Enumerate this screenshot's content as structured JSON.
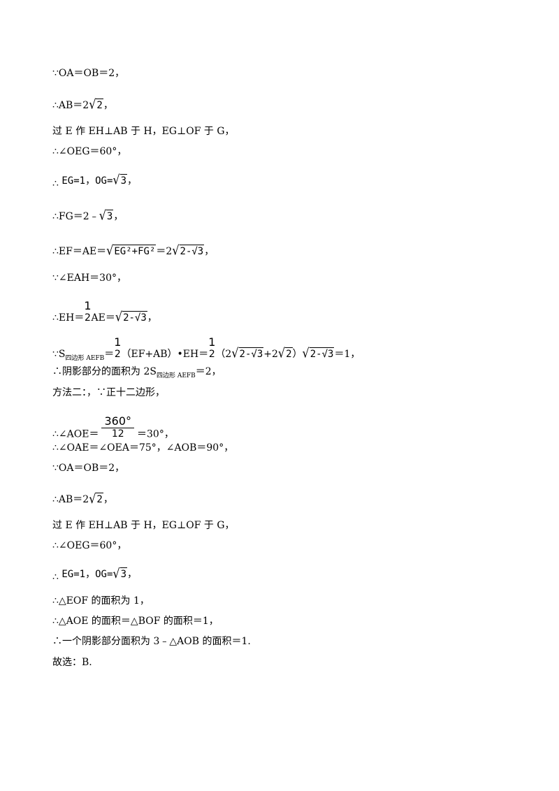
{
  "lines": {
    "l1": "∵OA＝OB＝2，",
    "l2a": "∴AB＝2",
    "l2r": "2",
    "l2b": "，",
    "l3": "过 E 作 EH⊥AB 于 H，EG⊥OF 于 G，",
    "l4": "∴∠OEG＝60°，",
    "l5a": "∴",
    "l5b": "EG=1，OG=",
    "l5r": "3",
    "l5c": "，",
    "l6a": "∴FG＝2﹣",
    "l6r": "3",
    "l6b": "，",
    "l7a": "∴EF＝AE＝",
    "l7r": "EG²+FG²",
    "l7b": "＝2",
    "l7r2": "2-√3",
    "l7c": "，",
    "l8": "∵∠EAH＝30°，",
    "l9a": "∴EH＝",
    "l9n": "1",
    "l9d": "2",
    "l9b": "AE＝",
    "l9r": "2-√3",
    "l9c": "，",
    "l10a": "∵S",
    "l10sub": "四边形 AEFB",
    "l10b": "＝",
    "l10n": "1",
    "l10d": "2",
    "l10c": "（EF+AB）•EH＝",
    "l10n2": "1",
    "l10d2": "2",
    "l10e": "（2",
    "l10r1": "2-√3",
    "l10f": "+2",
    "l10r2": "2",
    "l10g": "）",
    "l10r3": "2-√3",
    "l10h": "＝1，",
    "l11a": "∴阴影部分的面积为 2S",
    "l11sub": "四边形 AEFB",
    "l11b": "＝2，",
    "l12": "方法二：，∵正十二边形，",
    "l13a": "∴∠AOE＝",
    "l13n": "360°",
    "l13d": "12",
    "l13b": "＝30°，",
    "l14": "∴∠OAE＝∠OEA＝75°，∠AOB＝90°，",
    "l15": "∵OA＝OB＝2，",
    "l16a": "∴AB＝2",
    "l16r": "2",
    "l16b": "，",
    "l17": "过 E 作 EH⊥AB 于 H，EG⊥OF 于 G，",
    "l18": "∴∠OEG＝60°，",
    "l19a": "∴",
    "l19b": "EG=1，OG=",
    "l19r": "3",
    "l19c": "，",
    "l20": "∴△EOF 的面积为 1，",
    "l21": "∴△AOE 的面积＝△BOF 的面积＝1，",
    "l22": "∴一个阴影部分面积为 3﹣△AOB 的面积＝1.",
    "l23": "故选：B."
  }
}
